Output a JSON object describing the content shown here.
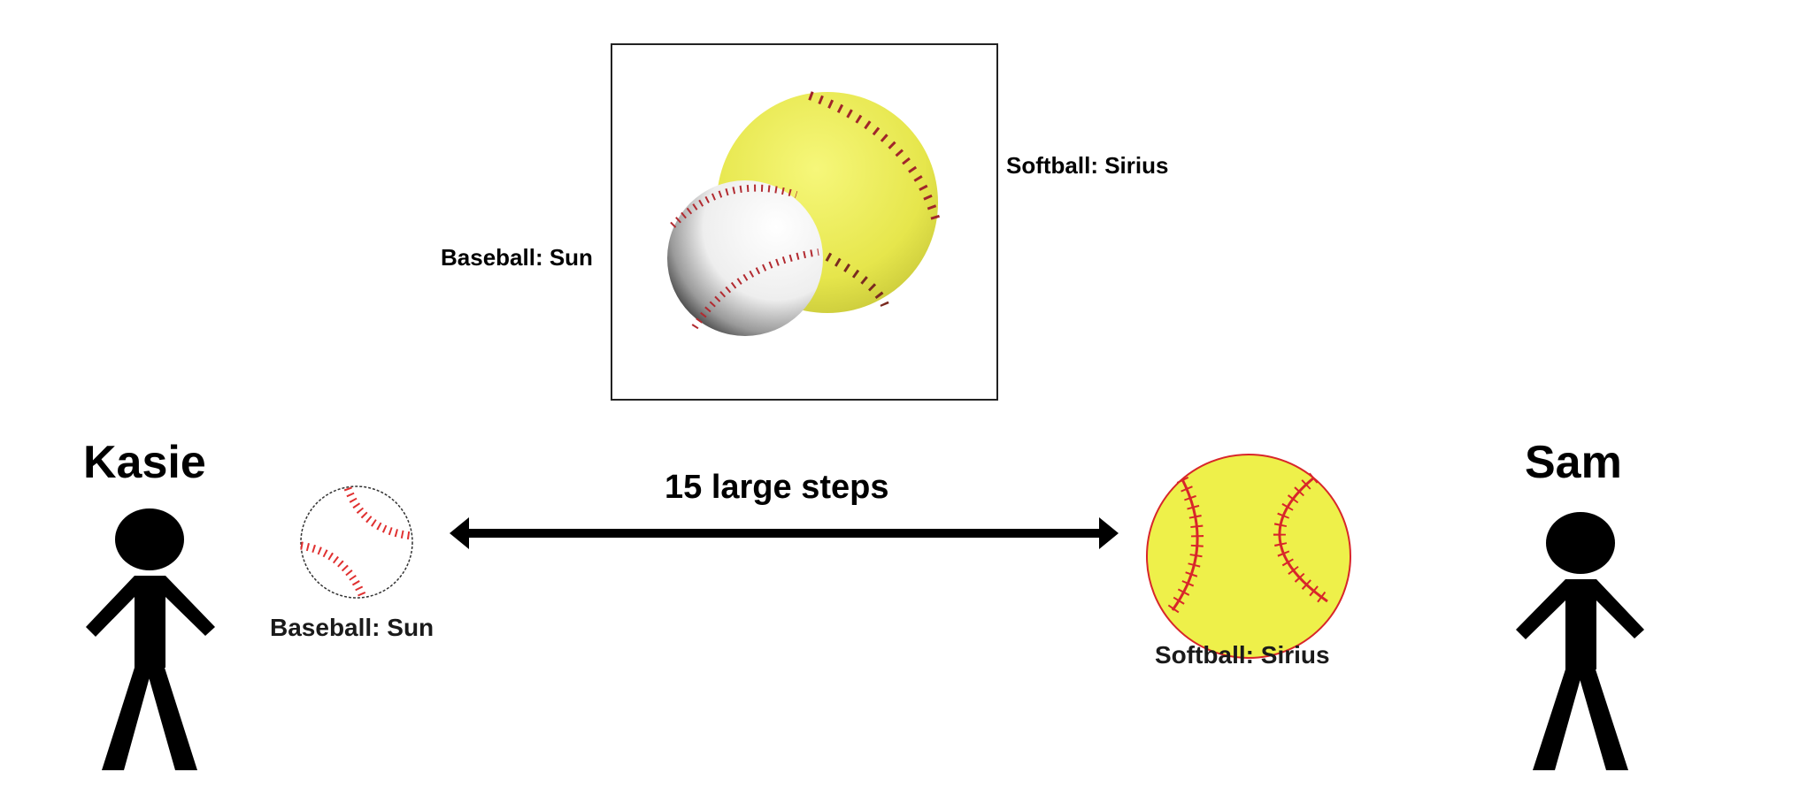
{
  "inset": {
    "softball_label": "Softball: Sirius",
    "baseball_label": "Baseball: Sun"
  },
  "people": {
    "left_name": "Kasie",
    "right_name": "Sam"
  },
  "balls": {
    "baseball_label": "Baseball: Sun",
    "softball_label": "Softball: Sirius"
  },
  "distance": {
    "label": "15 large steps"
  },
  "colors": {
    "softball_yellow": "#eef04a",
    "stitch_red": "#d8262a",
    "figure": "#000000"
  }
}
